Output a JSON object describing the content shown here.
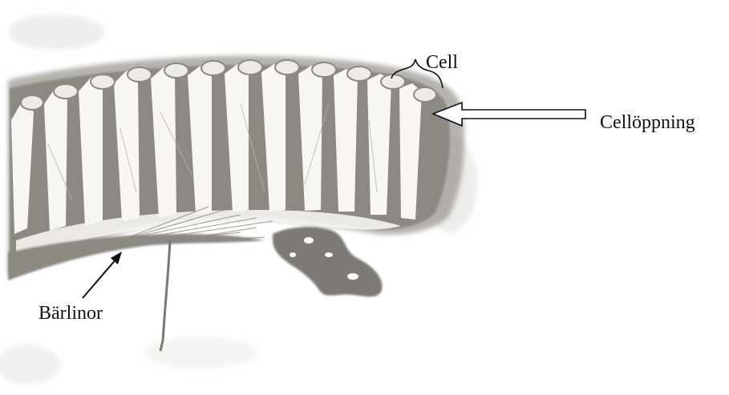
{
  "labels": {
    "cell": "Cell",
    "cell_opening": "Cellöppning",
    "suspension_lines": "Bärlinor"
  },
  "colors": {
    "canopy": "#8c8983",
    "canopy_dark": "#6e6b65",
    "rib": "#f7f6f3",
    "background": "#ffffff",
    "ink": "#111111"
  }
}
